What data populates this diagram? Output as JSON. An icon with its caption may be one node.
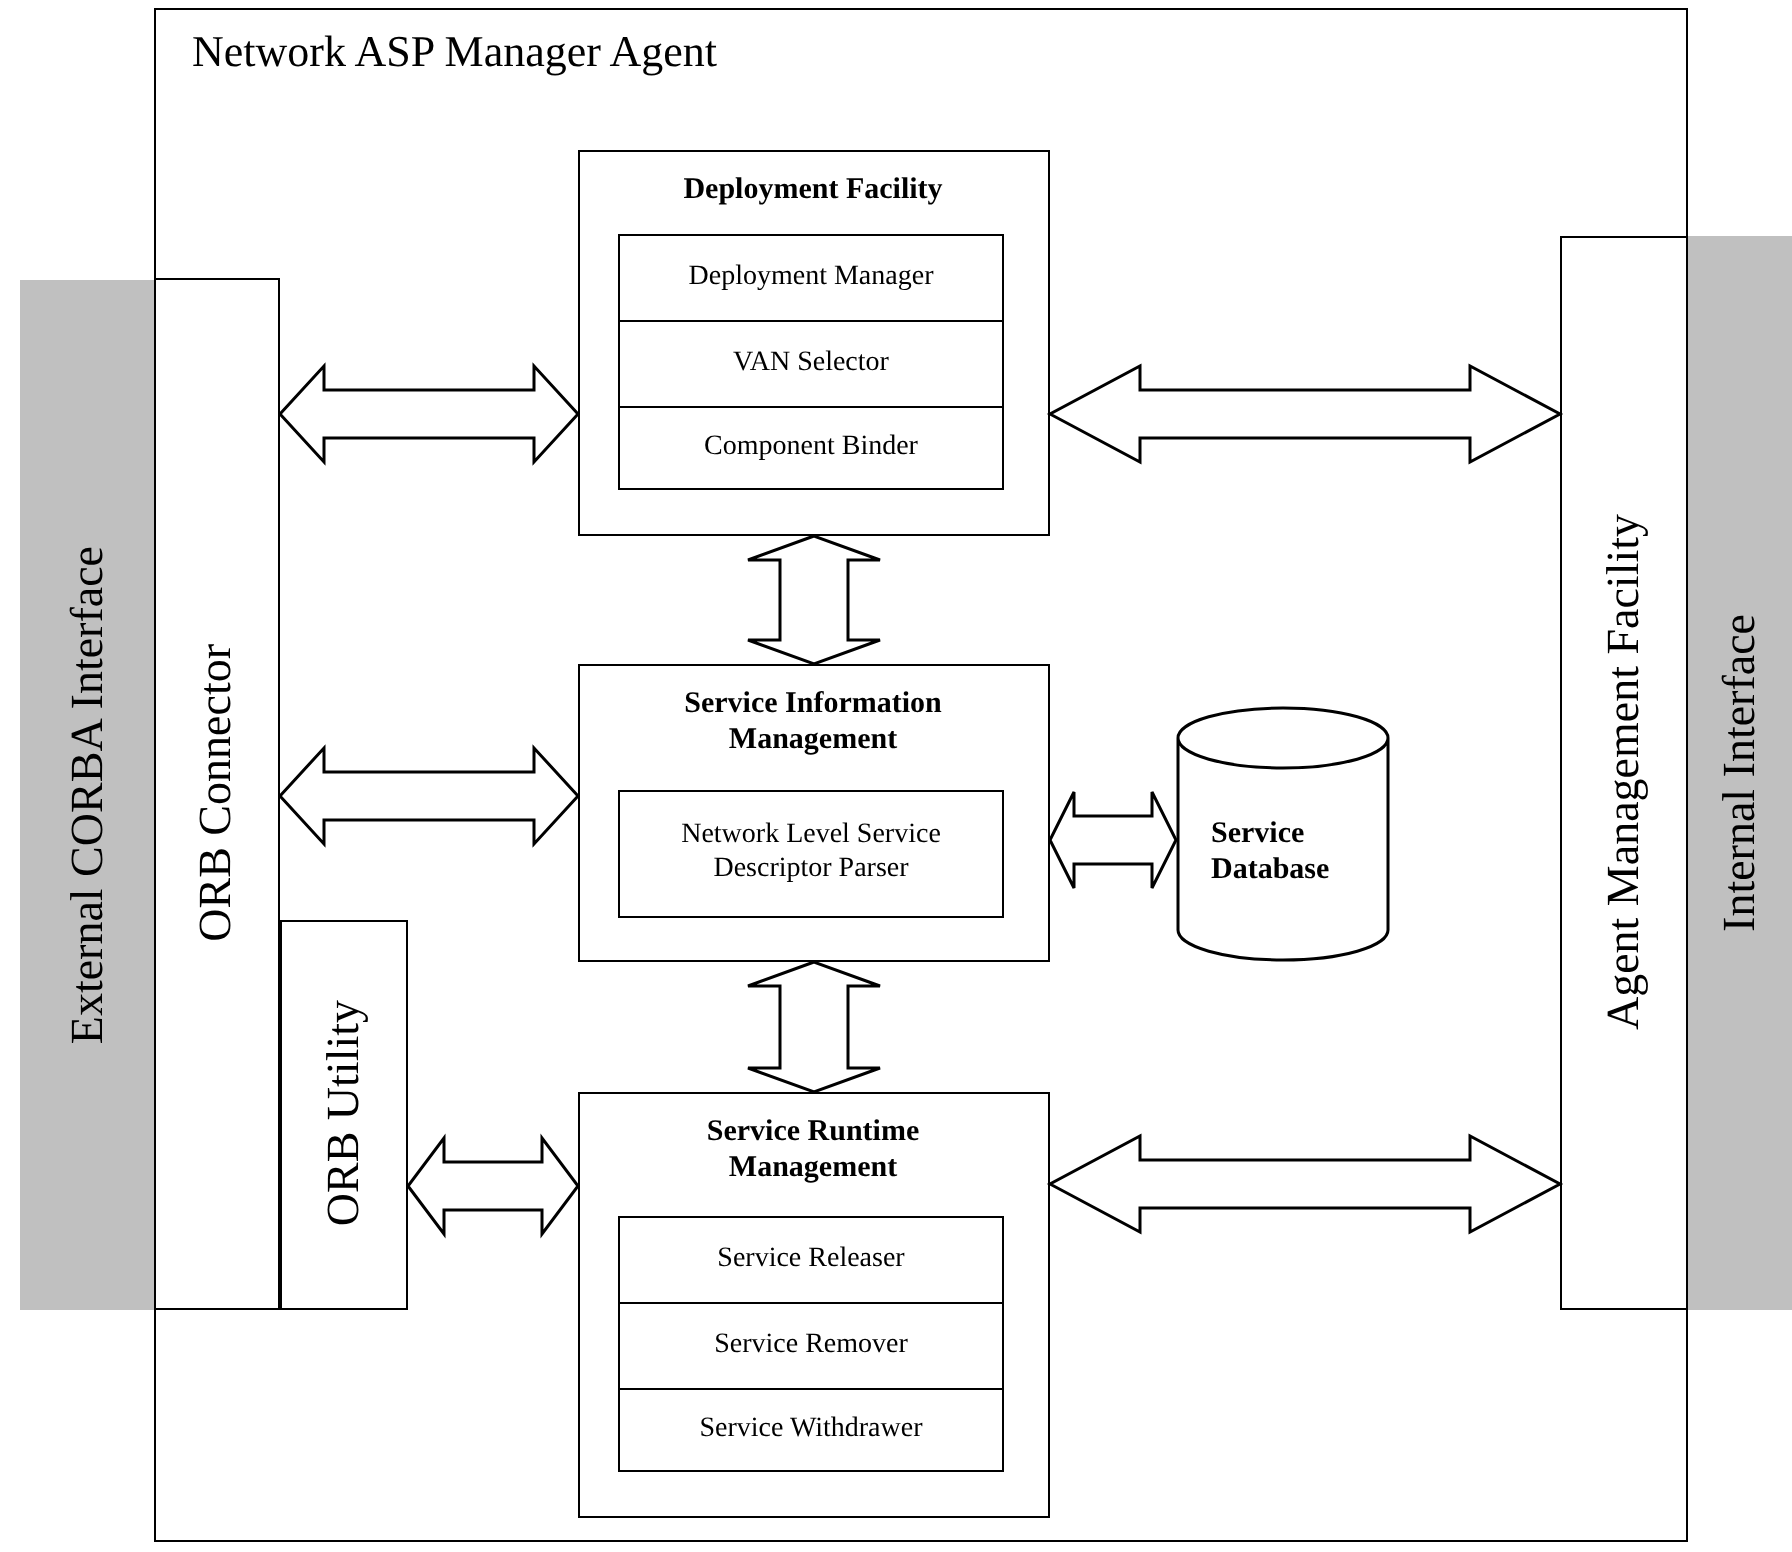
{
  "diagram": {
    "nodes": [
      {
        "text": [
          "Network ASP Manager Agent"
        ]
      },
      {
        "text": [
          "External CORBA Interface"
        ]
      },
      {
        "text": [
          "ORB Connector"
        ],
        "in": 0
      },
      {
        "text": [
          "ORB Utility"
        ],
        "in": 0
      },
      {
        "text": [
          "Deployment Facility"
        ],
        "in": 0
      },
      {
        "text": [
          "Deployment Manager"
        ],
        "in": 4
      },
      {
        "text": [
          "VAN Selector"
        ],
        "in": 4
      },
      {
        "text": [
          "Component Binder"
        ],
        "in": 4
      },
      {
        "text": [
          "Service Information Management"
        ],
        "in": 0
      },
      {
        "text": [
          "Network Level Service Descriptor Parser"
        ],
        "in": 8
      },
      {
        "text": [
          "Service Database"
        ],
        "in": 0
      },
      {
        "text": [
          "Service Runtime Management"
        ],
        "in": 0
      },
      {
        "text": [
          "Service Releaser"
        ],
        "in": 11
      },
      {
        "text": [
          "Service Remover"
        ],
        "in": 11
      },
      {
        "text": [
          "Service Withdrawer"
        ],
        "in": 11
      },
      {
        "text": [
          "Agent Management Facility"
        ],
        "in": 0
      },
      {
        "text": [
          "Internal Interface"
        ]
      }
    ],
    "edges": [
      {
        "from": 2,
        "to": 4,
        "arrow": "both"
      },
      {
        "from": 4,
        "to": 15,
        "arrow": "both"
      },
      {
        "from": 2,
        "to": 8,
        "arrow": "both"
      },
      {
        "from": 8,
        "to": 10,
        "arrow": "both"
      },
      {
        "from": 4,
        "to": 8,
        "arrow": "both"
      },
      {
        "from": 8,
        "to": 11,
        "arrow": "both"
      },
      {
        "from": 3,
        "to": 11,
        "arrow": "both"
      },
      {
        "from": 11,
        "to": 15,
        "arrow": "both"
      }
    ]
  }
}
